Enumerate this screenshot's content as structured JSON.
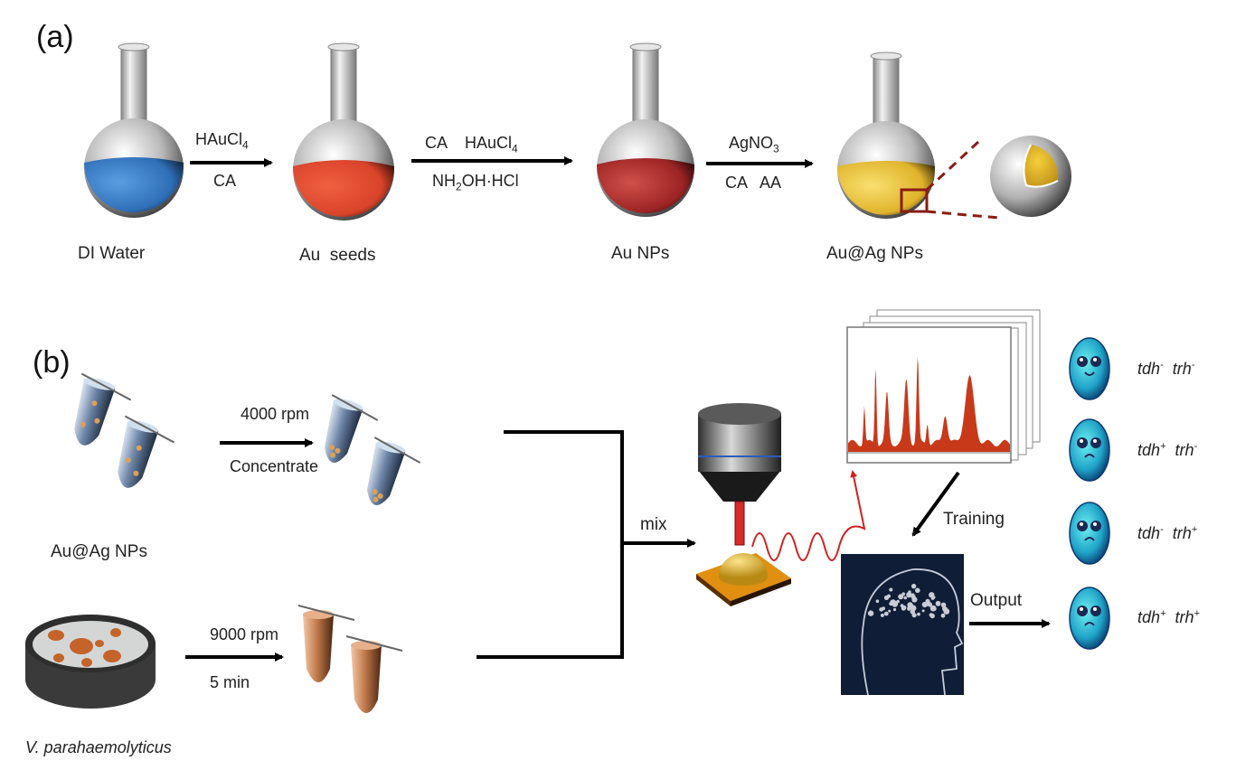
{
  "panel_a": {
    "label": "(a)",
    "flasks": [
      {
        "name": "DI Water",
        "liquid_color": "#2f6fb8"
      },
      {
        "name": "Au  seeds",
        "liquid_color": "#d9432a"
      },
      {
        "name": "Au NPs",
        "liquid_color": "#a52a2a"
      },
      {
        "name": "Au@Ag NPs",
        "liquid_color": "#e3b52d"
      }
    ],
    "steps": [
      {
        "above": "HAuCl",
        "above_sub": "4",
        "below": "CA"
      },
      {
        "above": "CA    HAuCl",
        "above_sub": "4",
        "below_pre": "NH",
        "below_sub": "2",
        "below_post": "OH·HCl"
      },
      {
        "above": "AgNO",
        "above_sub": "3",
        "below": "CA   AA"
      }
    ],
    "zoom_inset": "core-shell-nanoparticle"
  },
  "panel_b": {
    "label": "(b)",
    "np_tubes_label": "Au@Ag NPs",
    "concentrate_step": {
      "above": "4000 rpm",
      "below": "Concentrate"
    },
    "bacteria_label": "V. parahaemolyticus",
    "centrifuge_step": {
      "above": "9000 rpm",
      "below": "5 min"
    },
    "mix_label": "mix",
    "training_label": "Training",
    "output_label": "Output",
    "classes": [
      {
        "tdh": "tdh",
        "tdh_sign": "-",
        "trh": "trh",
        "trh_sign": "-",
        "mood": "happy"
      },
      {
        "tdh": "tdh",
        "tdh_sign": "+",
        "trh": "trh",
        "trh_sign": "-",
        "mood": "sad"
      },
      {
        "tdh": "tdh",
        "tdh_sign": "-",
        "trh": "trh",
        "trh_sign": "+",
        "mood": "sad"
      },
      {
        "tdh": "tdh",
        "tdh_sign": "+",
        "trh": "trh",
        "trh_sign": "+",
        "mood": "sad"
      }
    ],
    "spectrum_color": "#c8391a",
    "spectrum_peaks": [
      0.35,
      0.72,
      0.45,
      0.58,
      0.78,
      0.2,
      0.28,
      0.6
    ]
  }
}
